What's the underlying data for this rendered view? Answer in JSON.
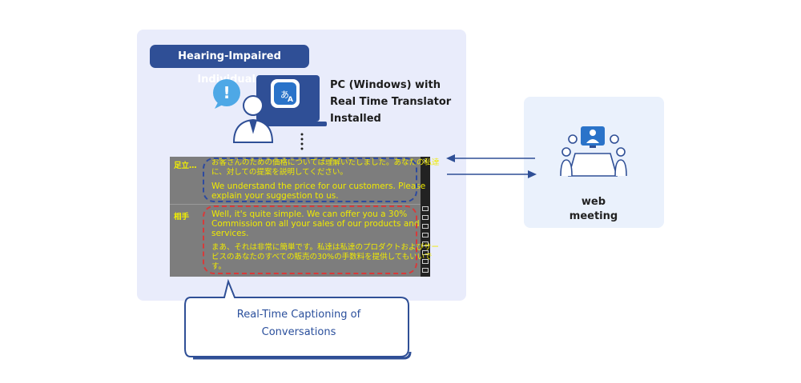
{
  "badge": {
    "label": "Hearing-Impaired Individuals"
  },
  "pc": {
    "lines": [
      "PC (Windows) with",
      "Real Time Translator",
      "Installed"
    ]
  },
  "app_icon": {
    "glyph_ja": "あ",
    "glyph_en": "A"
  },
  "alert_icon": {
    "glyph": "!"
  },
  "caption": {
    "row1": {
      "speaker": "足立…",
      "ja_lines": [
        "お客さんのための価格については理解いたしました。あなたの私達",
        "に、対しての提案を説明してください。"
      ],
      "en_lines": [
        "We understand the price for our customers. Please",
        "explain your suggestion to us."
      ]
    },
    "row2": {
      "speaker": "相手",
      "en_lines": [
        "Well, it's quite simple. We can offer you a 30%",
        "Commission on all your sales of our products and",
        "services."
      ],
      "ja_lines": [
        "まあ、それは非常に簡単です。私達は私達のプロダクトおよびサー",
        "ビスのあなたのすべての販売の30%の手数料を提供してもいいで",
        "す。"
      ]
    },
    "close": "×"
  },
  "web": {
    "lines": [
      "web",
      "meeting"
    ]
  },
  "callout": {
    "lines": [
      "Real-Time Captioning of",
      "Conversations"
    ]
  },
  "colors": {
    "panel_left": "#e9ecfb",
    "panel_right": "#eaf1fc",
    "badge": "#2f4f96",
    "accent_blue": "#2d4aa0",
    "accent_red": "#d83a3a",
    "caption_text": "#f0ea00",
    "alert": "#4ea8e6"
  }
}
